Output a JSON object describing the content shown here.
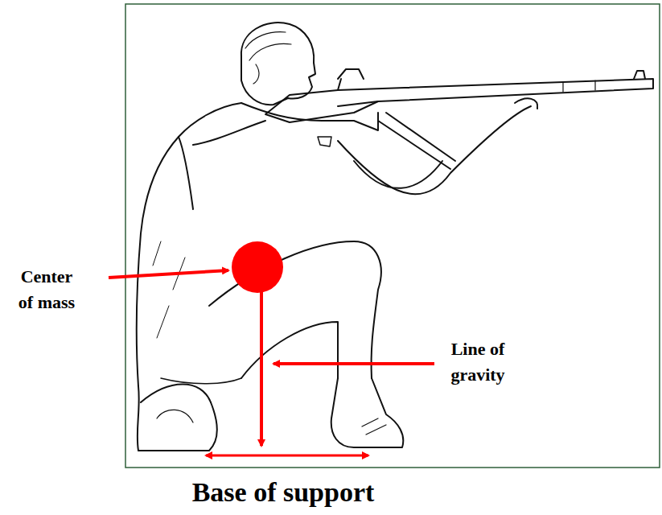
{
  "diagram": {
    "labels": [
      "Center of mass",
      "Line of gravity",
      "Base of support"
    ]
  }
}
